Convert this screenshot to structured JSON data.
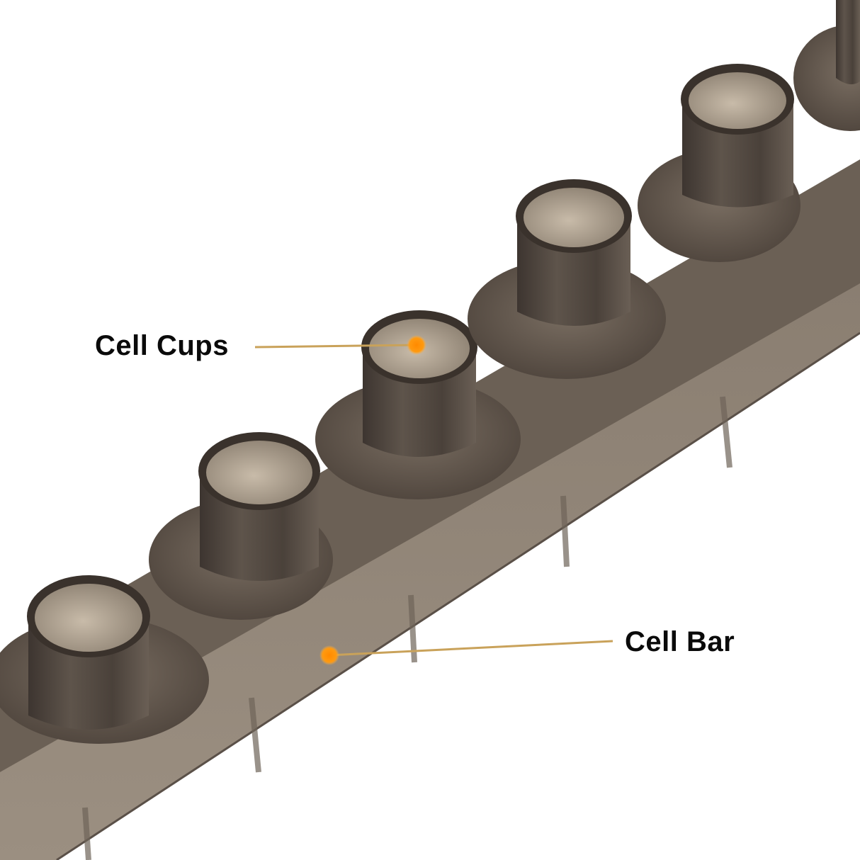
{
  "image": {
    "subject": "queen cell cups mounted on a cell bar",
    "background_color": "#ffffff",
    "plastic_color": "#6e6358",
    "plastic_dark": "#3e3630",
    "plastic_light": "#a59a8d",
    "cup_interior": "#b9ac9b"
  },
  "annotations": [
    {
      "label": "Cell Cups",
      "dot_color": "#ff8c00",
      "line_color": "#c9a25a"
    },
    {
      "label": "Cell Bar",
      "dot_color": "#ff8c00",
      "line_color": "#c9a25a"
    }
  ]
}
